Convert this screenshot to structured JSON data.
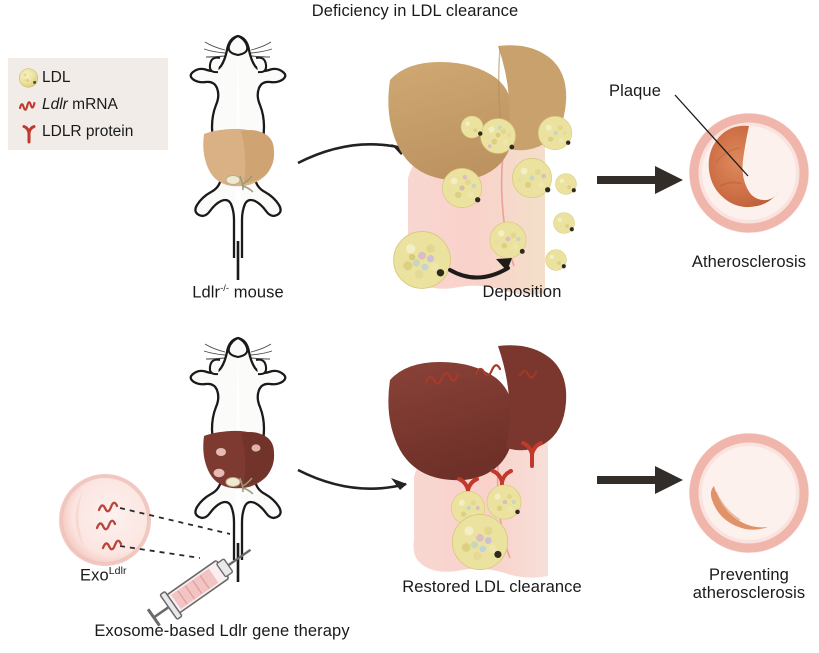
{
  "figure": {
    "type": "scientific-schematic",
    "description": "Two-row schematic comparing untreated Ldlr-knockout mouse with exosome-based Ldlr gene therapy"
  },
  "legend": {
    "items": [
      {
        "icon": "ldl-particle-icon",
        "label": "LDL",
        "italic_part": "",
        "color": "#e8d98a"
      },
      {
        "icon": "mrna-squiggle-icon",
        "label": " mRNA",
        "italic_part": "Ldlr",
        "color": "#c0392b"
      },
      {
        "icon": "ldlr-protein-icon",
        "label": "LDLR protein",
        "italic_part": "",
        "color": "#c0392b"
      }
    ]
  },
  "top_row": {
    "title": "Deficiency in LDL clearance",
    "mouse_label_main": "Ldlr",
    "mouse_label_sup": "-/-",
    "mouse_label_tail": " mouse",
    "deposition_label": "Deposition",
    "plaque_label": "Plaque",
    "outcome_label": "Atherosclerosis",
    "liver_color": "#c79f6d",
    "mouse_liver_color": "#d9b185",
    "ldl_count_vessel": 9,
    "vessel_color": "#f7cfc9"
  },
  "bottom_row": {
    "exosome_label_main": "Exo",
    "exosome_label_sup": "Ldlr",
    "therapy_label": "Exosome-based Ldlr gene therapy",
    "clearance_label": "Restored LDL clearance",
    "outcome_label_line1": "Preventing",
    "outcome_label_line2": "atherosclerosis",
    "liver_color": "#7e3a30",
    "mouse_liver_color": "#7e3a30",
    "ldl_count_vessel": 2,
    "receptor_count": 3
  },
  "colors": {
    "arrow_dark": "#332d2a",
    "legend_bg": "#f2ece9",
    "ldl_yellow": "#ece2a0",
    "red_accent": "#c0392b",
    "artery_outer": "#f6c9c1",
    "artery_inner": "#fbe3de",
    "plaque": "#d2744a",
    "mouse_outline": "#1a1a1a",
    "syringe_fill": "#f3c4c4"
  }
}
